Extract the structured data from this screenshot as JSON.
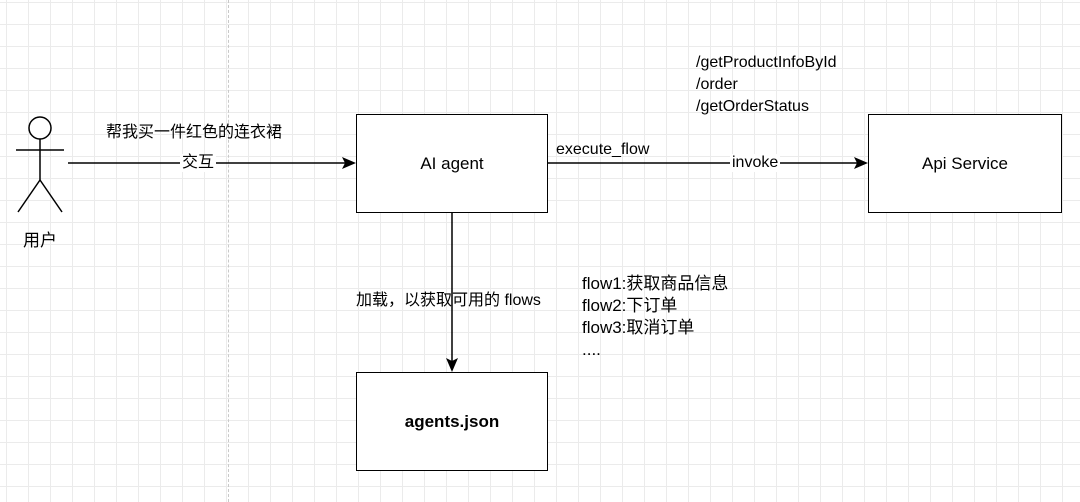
{
  "actor": {
    "label": "用户"
  },
  "nodes": {
    "ai_agent": "AI agent",
    "api_service": "Api Service",
    "agents_json": "agents.json"
  },
  "edges": {
    "user_to_agent": {
      "top_label": "帮我买一件红色的连衣裙",
      "mid_label": "交互"
    },
    "agent_to_api": {
      "top_label": "execute_flow",
      "mid_label": "invoke"
    },
    "agent_to_json": {
      "label": "加载，以获取可用的 flows"
    }
  },
  "api_endpoints": [
    "/getProductInfoById",
    "/order",
    "/getOrderStatus"
  ],
  "flows": [
    "flow1:获取商品信息",
    "flow2:下订单",
    "flow3:取消订单",
    "...."
  ]
}
